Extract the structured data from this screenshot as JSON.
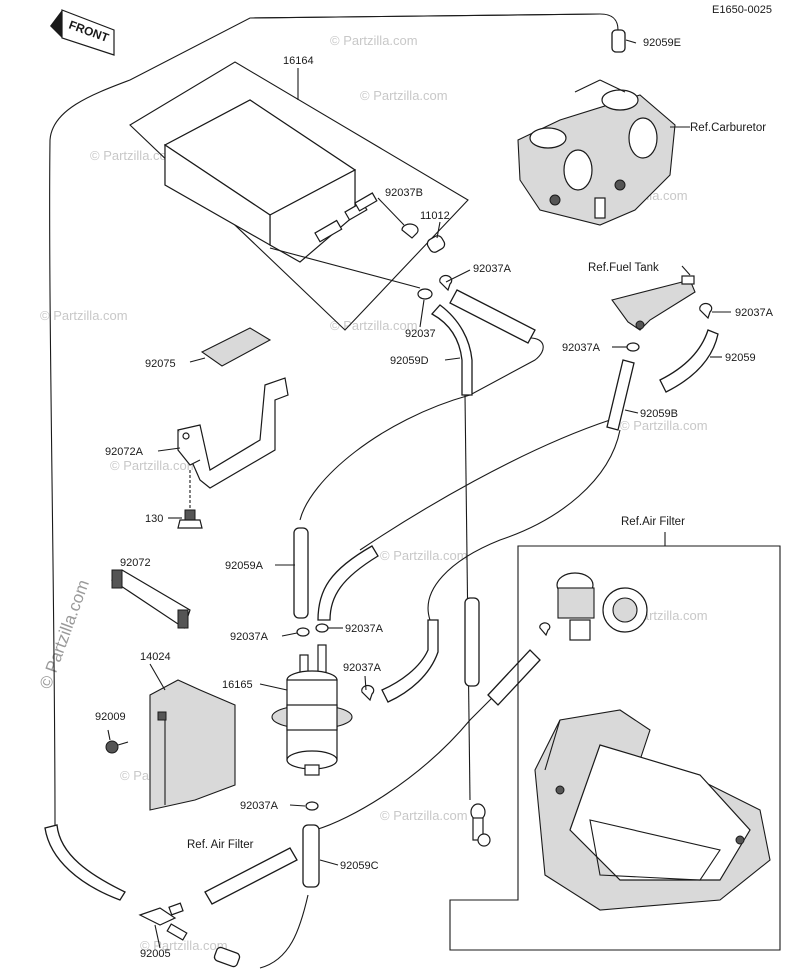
{
  "diagram_code": "E1650-0025",
  "front_label": "FRONT",
  "watermark_side": "© Partzilla.com",
  "watermark_faint": "© Partzilla.com",
  "parts": {
    "p16164": "16164",
    "p92037B": "92037B",
    "p11012": "11012",
    "p92037A_top": "92037A",
    "p92037": "92037",
    "p92059D": "92059D",
    "p92075": "92075",
    "p92072A": "92072A",
    "p130": "130",
    "p92072": "92072",
    "p14024": "14024",
    "p92009": "92009",
    "p92059A": "92059A",
    "p92037A_l1": "92037A",
    "p92037A_l2": "92037A",
    "p16165": "16165",
    "p92037A_l3": "92037A",
    "p92037A_l4": "92037A",
    "p92059C": "92059C",
    "p92005": "92005",
    "p92059E": "92059E",
    "p92037A_r1": "92037A",
    "p92037A_r2": "92037A",
    "p92059": "92059",
    "p92059B": "92059B"
  },
  "refs": {
    "carburetor": "Ref.Carburetor",
    "fuel_tank": "Ref.Fuel Tank",
    "air_filter_right": "Ref.Air Filter",
    "air_filter_bottom": "Ref. Air Filter"
  }
}
